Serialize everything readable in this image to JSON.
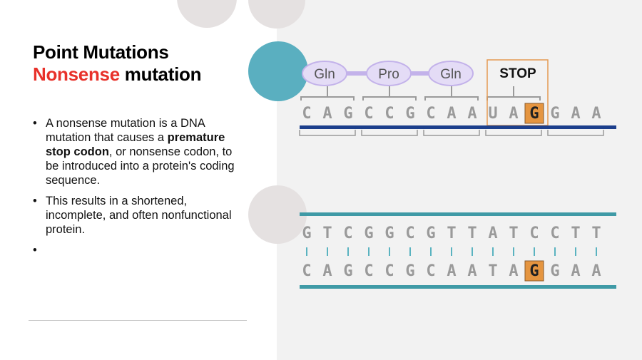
{
  "slide": {
    "title_line1": "Point Mutations",
    "title_accent": "Nonsense",
    "title_rest": " mutation",
    "bullets": [
      {
        "pre": "A nonsense mutation is a DNA mutation that causes a ",
        "bold": "premature stop codon",
        "post": ", or nonsense codon, to be introduced into a protein's coding sequence."
      },
      {
        "pre": "This results in a shortened, incomplete, and often nonfunctional protein.",
        "bold": "",
        "post": ""
      },
      {
        "pre": "",
        "bold": "",
        "post": ""
      }
    ]
  },
  "diagram": {
    "amino_acids": [
      "Gln",
      "Pro",
      "Gln"
    ],
    "stop_label": "STOP",
    "mrna": [
      "C",
      "A",
      "G",
      "C",
      "C",
      "G",
      "C",
      "A",
      "A",
      "U",
      "A",
      "G",
      "G",
      "A",
      "A"
    ],
    "template_strand": [
      "G",
      "T",
      "C",
      "G",
      "G",
      "C",
      "G",
      "T",
      "T",
      "A",
      "T",
      "C",
      "C",
      "T",
      "T"
    ],
    "coding_strand": [
      "C",
      "A",
      "G",
      "C",
      "C",
      "G",
      "C",
      "A",
      "A",
      "T",
      "A",
      "G",
      "G",
      "A",
      "A"
    ],
    "mutated_base_index": 11,
    "colors": {
      "amino_fill": "#e4dcf6",
      "amino_stroke": "#c3b2ea",
      "stop_border": "#e59a52",
      "mutation_fill": "#e59540",
      "letter": "#9a9a9a",
      "mrna_strand": "#1c3f8c",
      "dna_strand": "#3f9aa6"
    }
  }
}
